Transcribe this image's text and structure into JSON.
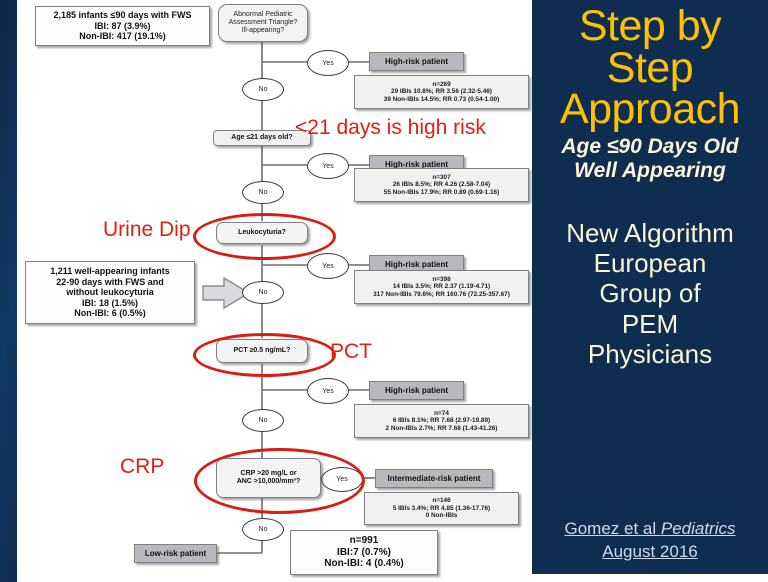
{
  "edge_bar": {
    "color": "#12345e"
  },
  "right_panel": {
    "bg_color": "#0e2d50",
    "title_color": "#ffc000",
    "title_line1": "Step by",
    "title_line2": "Step",
    "title_line3": "Approach",
    "subtitle_line1": "Age ≤90 Days Old",
    "subtitle_line2": "Well Appearing",
    "body_line1": "New  Algorithm",
    "body_line2": "European",
    "body_line3": "Group of",
    "body_line4": "PEM",
    "body_line5": "Physicians",
    "citation_author": "Gomez et al ",
    "citation_journal": "Pediatrics",
    "citation_date": "August 2016"
  },
  "annotations": {
    "urine_dip": "Urine Dip",
    "days21": "<21 days is high risk",
    "pct": "PCT",
    "crp": "CRP",
    "color": "#e02010"
  },
  "flowchart": {
    "cohort_box": {
      "line1": "2,185 infants ≤90 days with FWS",
      "line2": "IBI: 87 (3.9%)",
      "line3": "Non-IBI: 417 (19.1%)"
    },
    "root_question": {
      "line1": "Abnormal Pediatric",
      "line2": "Assessment Triangle?",
      "line3": "Ill-appearing?"
    },
    "wellappearing_box": {
      "line1": "1,211 well-appearing infants",
      "line2": "22-90 days with FWS and",
      "line3": "without leukocyturia",
      "line4": "IBI: 18 (1.5%)",
      "line5": "Non-IBI: 6 (0.5%)"
    },
    "questions": {
      "age": "Age ≤21 days old?",
      "leukocyturia": "Leukocyturia?",
      "pct": "PCT ≥0.5 ng/mL?",
      "crp_line1": "CRP >20 mg/L or",
      "crp_line2": "ANC >10,000/mm³?"
    },
    "branch_yes": "Yes",
    "branch_no": "No",
    "outcomes": {
      "high_risk": "High-risk patient",
      "intermediate_risk": "Intermediate-risk patient",
      "low_risk": "Low-risk patient"
    },
    "stats": [
      {
        "n": "n=269",
        "ibi": "29 IBIs 10.8%; RR 3.56 (2.32-5.46)",
        "nonibi": "39 Non-IBIs 14.5%; RR 0.73 (0.54-1.00)"
      },
      {
        "n": "n=307",
        "ibi": "26 IBIs 8.5%; RR 4.26 (2.58-7.04)",
        "nonibi": "55 Non-IBIs 17.9%; RR 0.89 (0.69-1.16)"
      },
      {
        "n": "n=398",
        "ibi": "14 IBIs 3.5%; RR 2.37 (1.19-4.71)",
        "nonibi": "317 Non-IBIs 79.6%; RR 160.76 (72.25-357.67)"
      },
      {
        "n": "n=74",
        "ibi": "6 IBIs 8.1%; RR 7.68 (2.97-19.89)",
        "nonibi": "2 Non-IBIs 2.7%; RR 7.68 (1.43-41.26)"
      },
      {
        "n": "n=146",
        "ibi": "5 IBIs 3.4%; RR 4.85 (1.36-17.76)",
        "nonibi": "0 Non-IBIs"
      }
    ],
    "final_box": {
      "line1": "n=991",
      "line2": "IBI:7 (0.7%)",
      "line3": "Non-IBI: 4 (0.4%)"
    }
  }
}
